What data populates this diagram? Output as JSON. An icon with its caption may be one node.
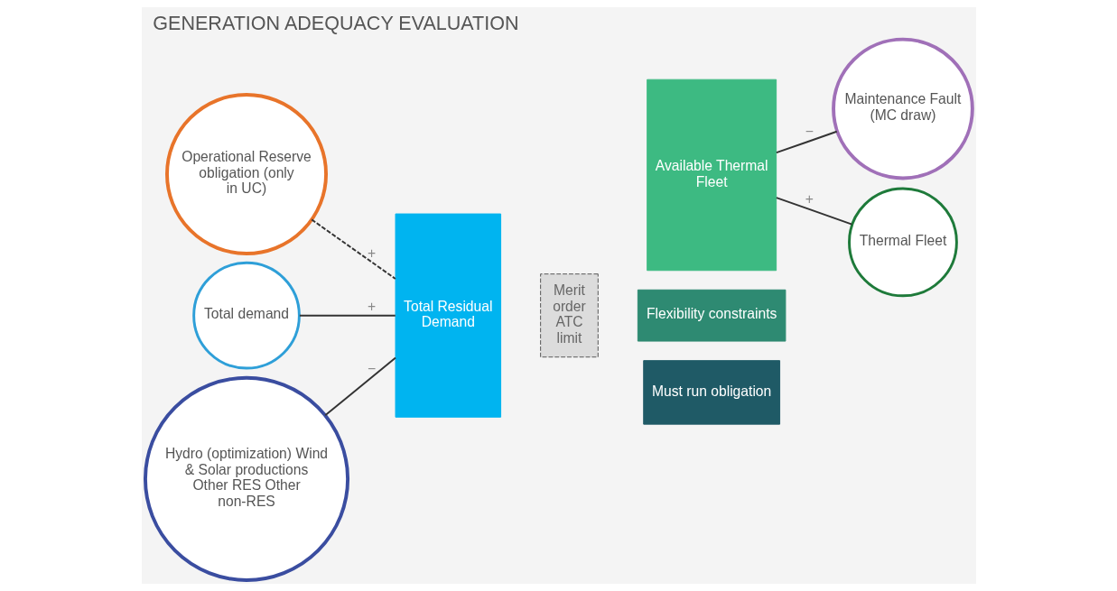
{
  "diagram": {
    "title": "GENERATION ADEQUACY EVALUATION",
    "nodes": [
      {
        "text": [
          "Operational Reserve obligation (only in UC)"
        ]
      },
      {
        "text": [
          "Total demand"
        ]
      },
      {
        "text": [
          "Hydro (optimization) Wind & Solar productions Other RES Other non-RES"
        ]
      },
      {
        "text": [
          "Total Residual Demand"
        ]
      },
      {
        "text": [
          "Merit order ATC limit"
        ]
      },
      {
        "text": [
          "Available Thermal Fleet"
        ]
      },
      {
        "text": [
          "Flexibility constraints"
        ]
      },
      {
        "text": [
          "Must run obligation"
        ]
      },
      {
        "text": [
          "Maintenance Fault (MC draw)"
        ]
      },
      {
        "text": [
          "Thermal Fleet"
        ]
      }
    ],
    "edges": [
      {
        "from": 0,
        "to": 3,
        "arrow": "none",
        "label": "+",
        "style": "dashed"
      },
      {
        "from": 1,
        "to": 3,
        "arrow": "none",
        "label": "+"
      },
      {
        "from": 2,
        "to": 3,
        "arrow": "none",
        "label": "−"
      },
      {
        "from": 8,
        "to": 5,
        "arrow": "none",
        "label": "−"
      },
      {
        "from": 9,
        "to": 5,
        "arrow": "none",
        "label": "+"
      }
    ]
  }
}
